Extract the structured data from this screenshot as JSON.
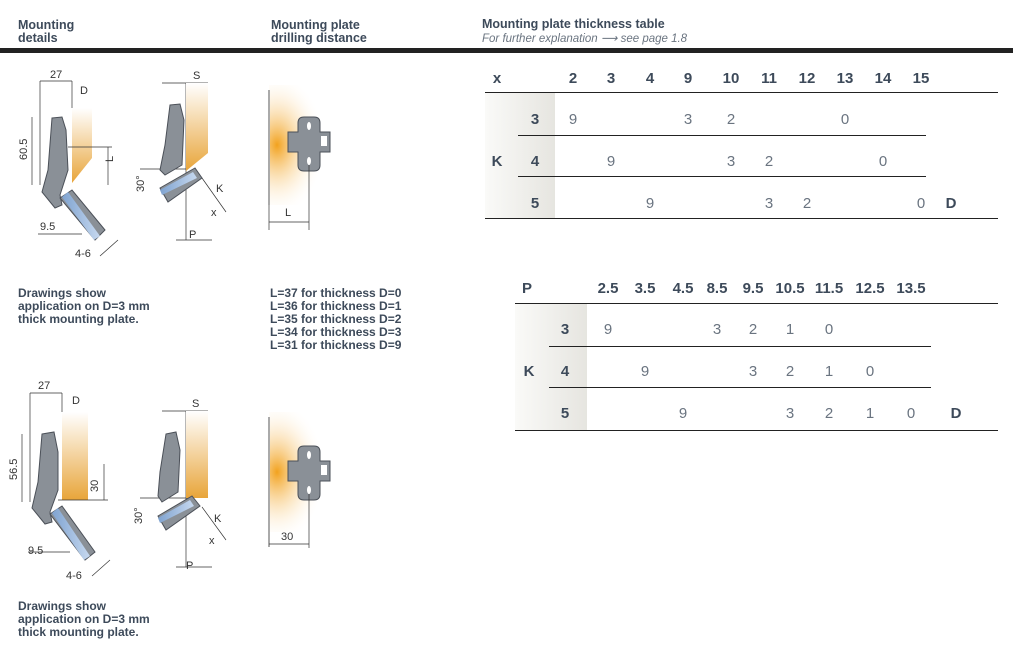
{
  "header": {
    "col1": [
      "Mounting",
      "details"
    ],
    "col2": [
      "Mounting plate",
      "drilling distance"
    ],
    "col3_title": "Mounting plate thickness table",
    "col3_sub": "For further explanation ⟶ see page 1.8"
  },
  "drawing_top": {
    "dim_27": "27",
    "dim_D": "D",
    "dim_height": "60.5",
    "dim_L": "L",
    "dim_9_5": "9.5",
    "dim_4_6": "4-6",
    "dim_S": "S",
    "dim_30deg": "30°",
    "dim_K": "K",
    "dim_x": "x",
    "dim_P": "P",
    "plate_L": "L"
  },
  "drawing_bottom": {
    "dim_27": "27",
    "dim_D": "D",
    "dim_height": "56.5",
    "dim_30": "30",
    "dim_9_5": "9.5",
    "dim_4_6": "4-6",
    "dim_S": "S",
    "dim_30deg": "30°",
    "dim_K": "K",
    "dim_x": "x",
    "dim_P": "P",
    "plate_30": "30"
  },
  "notes": {
    "top": [
      "Drawings show",
      "application on D=3 mm",
      "thick mounting plate."
    ],
    "bottom": [
      "Drawings show",
      "application on D=3 mm",
      "thick mounting plate."
    ],
    "L_values": [
      "L=37 for thickness D=0",
      "L=36 for thickness D=1",
      "L=35 for thickness D=2",
      "L=34 for thickness D=3",
      "L=31 for thickness D=9"
    ]
  },
  "table_x": {
    "corner": "x",
    "group_label": "K",
    "end_label": "D",
    "columns": [
      "2",
      "3",
      "4",
      "9",
      "10",
      "11",
      "12",
      "13",
      "14",
      "15"
    ],
    "rows": [
      {
        "k": "3",
        "cells": [
          "9",
          "",
          "",
          "3",
          "2",
          "",
          "",
          "0",
          "",
          ""
        ]
      },
      {
        "k": "4",
        "cells": [
          "",
          "9",
          "",
          "",
          "3",
          "2",
          "",
          "",
          "0",
          ""
        ]
      },
      {
        "k": "5",
        "cells": [
          "",
          "",
          "9",
          "",
          "",
          "3",
          "2",
          "",
          "",
          "0"
        ]
      }
    ]
  },
  "table_p": {
    "corner": "P",
    "group_label": "K",
    "end_label": "D",
    "columns": [
      "2.5",
      "3.5",
      "4.5",
      "8.5",
      "9.5",
      "10.5",
      "11.5",
      "12.5",
      "13.5"
    ],
    "rows": [
      {
        "k": "3",
        "cells": [
          "9",
          "",
          "",
          "3",
          "2",
          "1",
          "0",
          "",
          ""
        ]
      },
      {
        "k": "4",
        "cells": [
          "",
          "9",
          "",
          "",
          "3",
          "2",
          "1",
          "0",
          ""
        ]
      },
      {
        "k": "5",
        "cells": [
          "",
          "",
          "9",
          "",
          "",
          "3",
          "2",
          "1",
          "0"
        ]
      }
    ]
  }
}
